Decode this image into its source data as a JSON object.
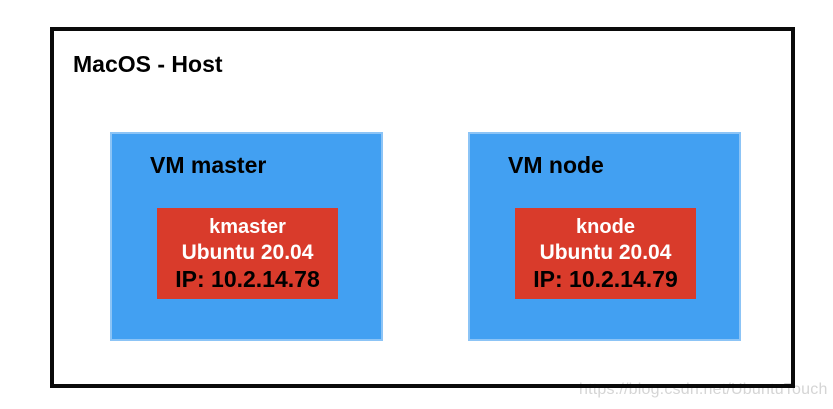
{
  "host": {
    "title": "MacOS - Host"
  },
  "vms": [
    {
      "title": "VM master",
      "guest": {
        "hostname": "kmaster",
        "os": "Ubuntu 20.04",
        "ip": "IP: 10.2.14.78"
      }
    },
    {
      "title": "VM node",
      "guest": {
        "hostname": "knode",
        "os": "Ubuntu 20.04",
        "ip": "IP: 10.2.14.79"
      }
    }
  ],
  "watermark": {
    "text": "https://blog.csdn.net/UbuntuTouch"
  },
  "colors": {
    "outline": "#0a0a0a",
    "vm_fill": "#42a0f2",
    "vm_edge": "#8cc4f6",
    "guest_fill": "#d93b2b",
    "watermark": "#d5d5d5"
  }
}
